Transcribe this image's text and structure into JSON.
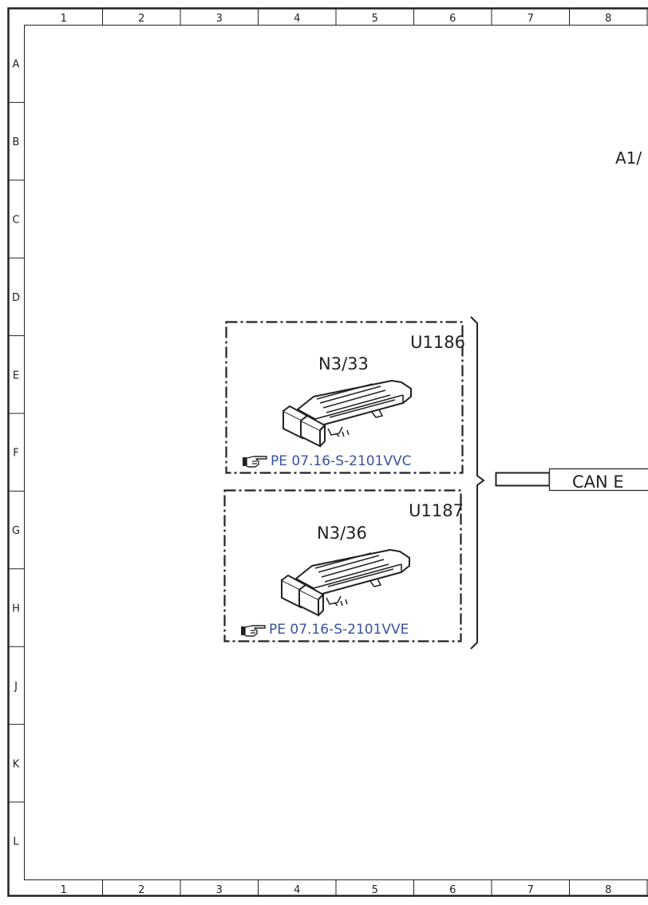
{
  "grid": {
    "columns": [
      "1",
      "2",
      "3",
      "4",
      "5",
      "6",
      "7",
      "8"
    ],
    "rows": [
      "A",
      "B",
      "C",
      "D",
      "E",
      "F",
      "G",
      "H",
      "J",
      "K",
      "L"
    ]
  },
  "modules": [
    {
      "code": "U1186",
      "name": "N3/33",
      "reference": "PE 07.16-S-2101VVC"
    },
    {
      "code": "U1187",
      "name": "N3/36",
      "reference": "PE 07.16-S-2101VVE"
    }
  ],
  "bus_label": "CAN E",
  "partial_label": "A1/",
  "colors": {
    "line": "#222222",
    "reference_link": "#3b52a0"
  },
  "icons": {
    "reference": "pointing-hand-icon",
    "module": "ecu-module-icon"
  }
}
